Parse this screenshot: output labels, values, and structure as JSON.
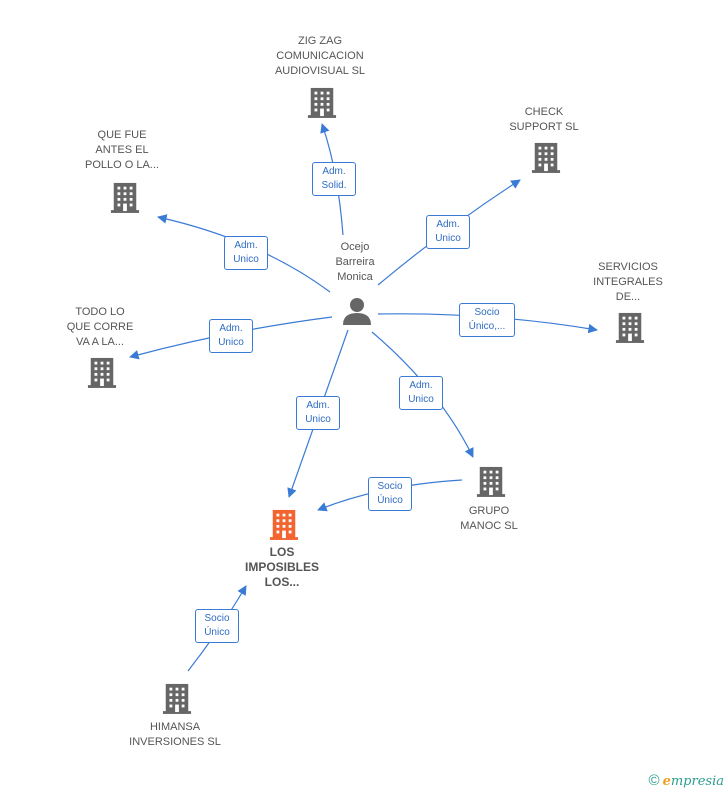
{
  "colors": {
    "edge": "#3a7bd5",
    "building": "#666666",
    "focus": "#f26531",
    "person": "#666666"
  },
  "center": {
    "name": [
      "Ocejo",
      "Barreira",
      "Monica"
    ],
    "icon": "person-icon"
  },
  "companies": [
    {
      "id": "zigzag",
      "lines": [
        "ZIG ZAG",
        "COMUNICACION",
        "AUDIOVISUAL SL"
      ]
    },
    {
      "id": "check",
      "lines": [
        "CHECK",
        "SUPPORT SL"
      ]
    },
    {
      "id": "quefue",
      "lines": [
        "QUE FUE",
        "ANTES EL",
        "POLLO O LA..."
      ]
    },
    {
      "id": "servicios",
      "lines": [
        "SERVICIOS",
        "INTEGRALES",
        "DE..."
      ]
    },
    {
      "id": "todolo",
      "lines": [
        "TODO LO",
        "QUE CORRE",
        "VA A LA..."
      ]
    },
    {
      "id": "grupo",
      "lines": [
        "GRUPO",
        "MANOC SL"
      ]
    },
    {
      "id": "focus",
      "lines": [
        "LOS",
        "IMPOSIBLES",
        "LOS..."
      ]
    },
    {
      "id": "himansa",
      "lines": [
        "HIMANSA",
        "INVERSIONES SL"
      ]
    }
  ],
  "edges": [
    {
      "id": "zigzag",
      "label": [
        "Adm.",
        "Solid."
      ]
    },
    {
      "id": "check",
      "label": [
        "Adm.",
        "Unico"
      ]
    },
    {
      "id": "quefue",
      "label": [
        "Adm.",
        "Unico"
      ]
    },
    {
      "id": "servicios",
      "label": [
        "Socio",
        "Único,..."
      ]
    },
    {
      "id": "todolo",
      "label": [
        "Adm.",
        "Unico"
      ]
    },
    {
      "id": "focus",
      "label": [
        "Adm.",
        "Unico"
      ]
    },
    {
      "id": "grupo",
      "label": [
        "Adm.",
        "Unico"
      ]
    },
    {
      "id": "grupo-focus",
      "label": [
        "Socio",
        "Único"
      ]
    },
    {
      "id": "himansa-focus",
      "label": [
        "Socio",
        "Único"
      ]
    }
  ],
  "footer": {
    "copyright": "©",
    "brand_first": "e",
    "brand_rest": "mpresia"
  }
}
